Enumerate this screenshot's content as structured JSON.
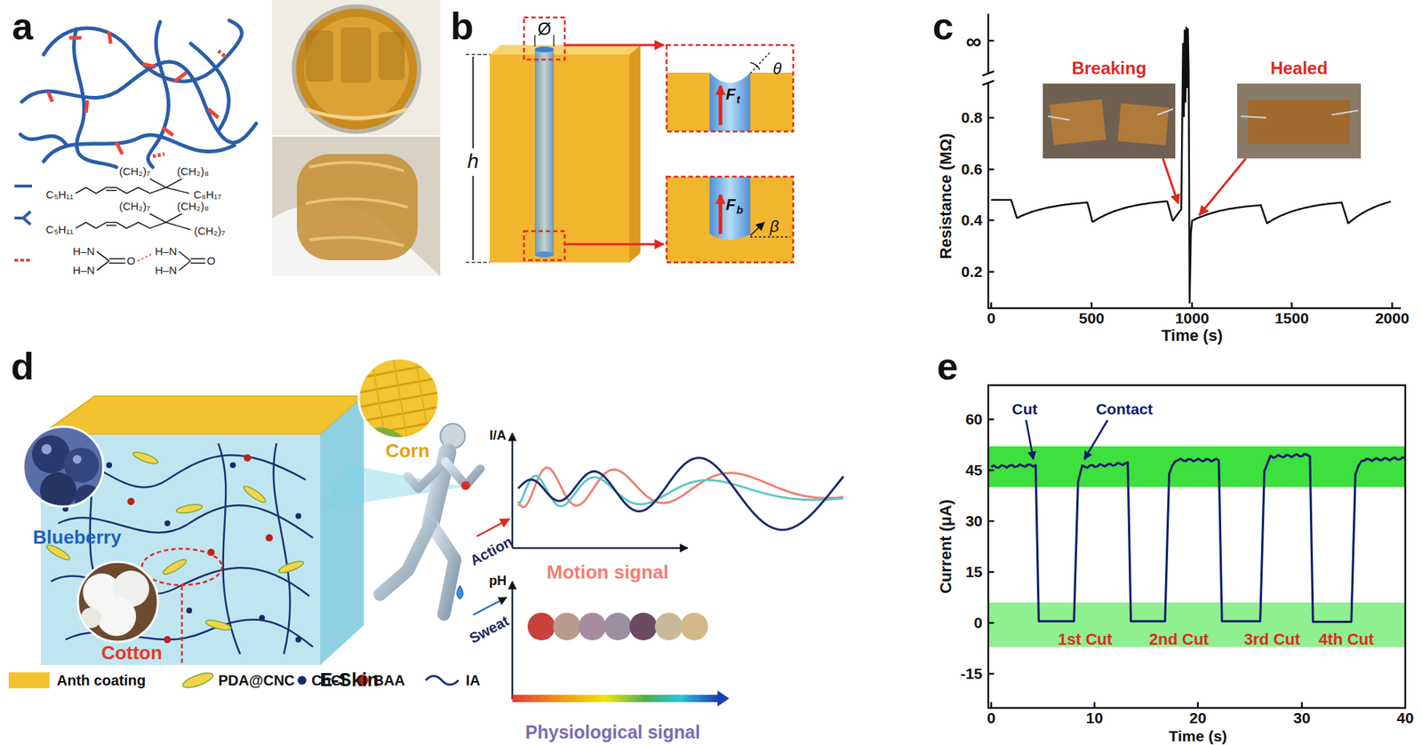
{
  "diagram": {
    "labels": [
      "a",
      "(CH₂)₇",
      "(CH₂)₈",
      "C₅H₁₁",
      "C₈H₁₇",
      "(CH₂)₇",
      "(CH₂)₈",
      "C₅H₁₁",
      "(CH₂)₇",
      "H–N",
      "H–N",
      "O",
      "H–N",
      "H–N",
      "O",
      "b",
      "Ø",
      "h",
      "F",
      "t",
      "θ",
      "F",
      "b",
      "β",
      "c",
      "∞",
      "Breaking",
      "Healed",
      "0.8",
      "0.6",
      "0.4",
      "0.2",
      "Resistance (MΩ)",
      "0",
      "500",
      "1000",
      "1500",
      "2000",
      "Time (s)",
      "d",
      "Corn",
      "Blueberry",
      "Cotton",
      "E-Skin",
      "I/A",
      "Action",
      "Motion signal",
      "Sweat",
      "pH",
      "Physiological signal",
      "e",
      "Cut",
      "Contact",
      "1st Cut",
      "2nd Cut",
      "3rd Cut",
      "4th Cut",
      "60",
      "45",
      "30",
      "15",
      "0",
      "-15",
      "Current (μA)",
      "0",
      "10",
      "20",
      "30",
      "40",
      "Time (s)"
    ],
    "legend": [
      {
        "text": "Anth coating",
        "color": "#f2c230"
      },
      {
        "text": "PDA@CNC"
      },
      {
        "text": "ChCl"
      },
      {
        "text": "BAA"
      },
      {
        "text": "IA"
      }
    ]
  }
}
